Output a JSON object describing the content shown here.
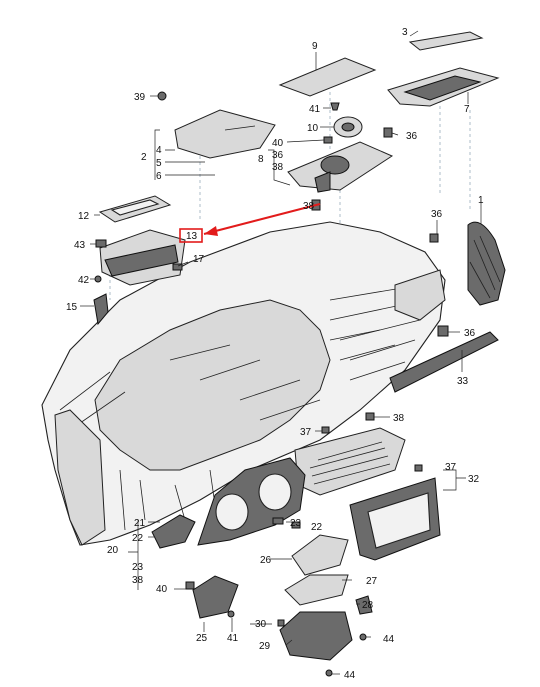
{
  "callouts": {
    "c1": "1",
    "c2": "2",
    "c3": "3",
    "c4": "4",
    "c5": "5",
    "c6": "6",
    "c7": "7",
    "c8": "8",
    "c9": "9",
    "c10": "10",
    "c12": "12",
    "c13": "13",
    "c15": "15",
    "c17": "17",
    "c20": "20",
    "c21": "21",
    "c22a": "22",
    "c22b": "22",
    "c23a": "23",
    "c23b": "23",
    "c25": "25",
    "c26": "26",
    "c27": "27",
    "c28": "28",
    "c29": "29",
    "c30": "30",
    "c32": "32",
    "c33": "33",
    "c36a": "36",
    "c36b": "36",
    "c36c": "36",
    "c36d": "36",
    "c37a": "37",
    "c37b": "37",
    "c38a": "38",
    "c38b": "38",
    "c38c": "38",
    "c38d": "38",
    "c39": "39",
    "c40a": "40",
    "c40b": "40",
    "c41a": "41",
    "c41b": "41",
    "c42": "42",
    "c43": "43",
    "c44a": "44",
    "c44b": "44"
  },
  "highlight": {
    "color": "#e21b1b",
    "target": "13"
  }
}
